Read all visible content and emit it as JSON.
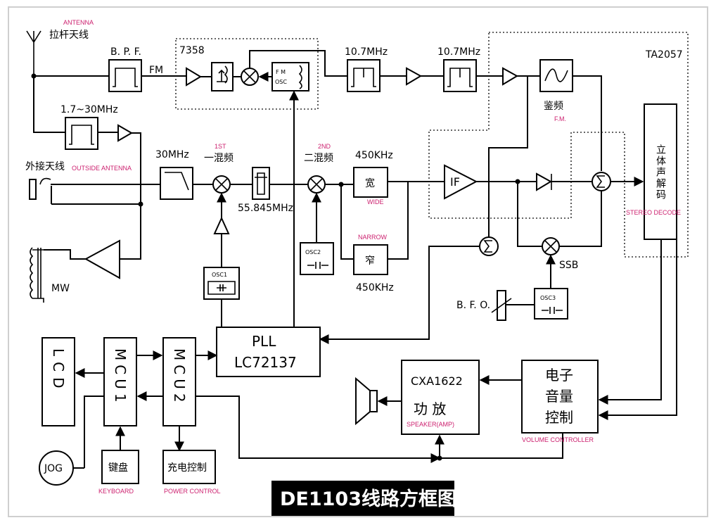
{
  "title": "DE1103线路方框图",
  "labels": {
    "antenna_en": "ANTENNA",
    "antenna_cn": "拉杆天线",
    "bpf": "B. P. F.",
    "fm": "FM",
    "ic7358": "7358",
    "fm_osc_1": "F M",
    "fm_osc_2": "OSC",
    "if1": "10.7MHz",
    "if2": "10.7MHz",
    "ta2057": "TA2057",
    "sw_band": "1.7~30MHz",
    "ext_ant_cn": "外接天线",
    "ext_ant_en": "OUTSIDE ANTENNA",
    "lpf30": "30MHz",
    "first_en": "1ST",
    "first_cn": "一混频",
    "freq_55": "55.845MHz",
    "second_en": "2ND",
    "second_cn": "二混频",
    "f450_top": "450KHz",
    "wide_cn": "宽",
    "wide_en": "WIDE",
    "narrow_en": "NARROW",
    "narrow_cn": "窄",
    "f450_bottom": "450KHz",
    "if_amp": "IF",
    "discr_cn": "鉴频",
    "discr_en": "F.M.",
    "stereo_cn": "立体声解码",
    "stereo_en": "STEREO DECODE",
    "ssb": "SSB",
    "bfo": "B. F. O.",
    "osc1": "OSC1",
    "osc2": "OSC2",
    "osc3": "OSC3",
    "mw": "MW",
    "pll_1": "PLL",
    "pll_2": "LC72137",
    "lcd": "LCD",
    "mcu1": "MCU1",
    "mcu2": "MCU2",
    "jog": "JOG",
    "keyboard_cn": "键盘",
    "keyboard_en": "KEYBOARD",
    "power_cn": "充电控制",
    "power_en": "POWER CONTROL",
    "amp_ic": "CXA1622",
    "amp_cn": "功  放",
    "amp_en": "SPEAKER(AMP)",
    "vol_cn_1": "电子",
    "vol_cn_2": "音量",
    "vol_cn_3": "控制",
    "vol_en": "VOLUME CONTROLLER"
  }
}
